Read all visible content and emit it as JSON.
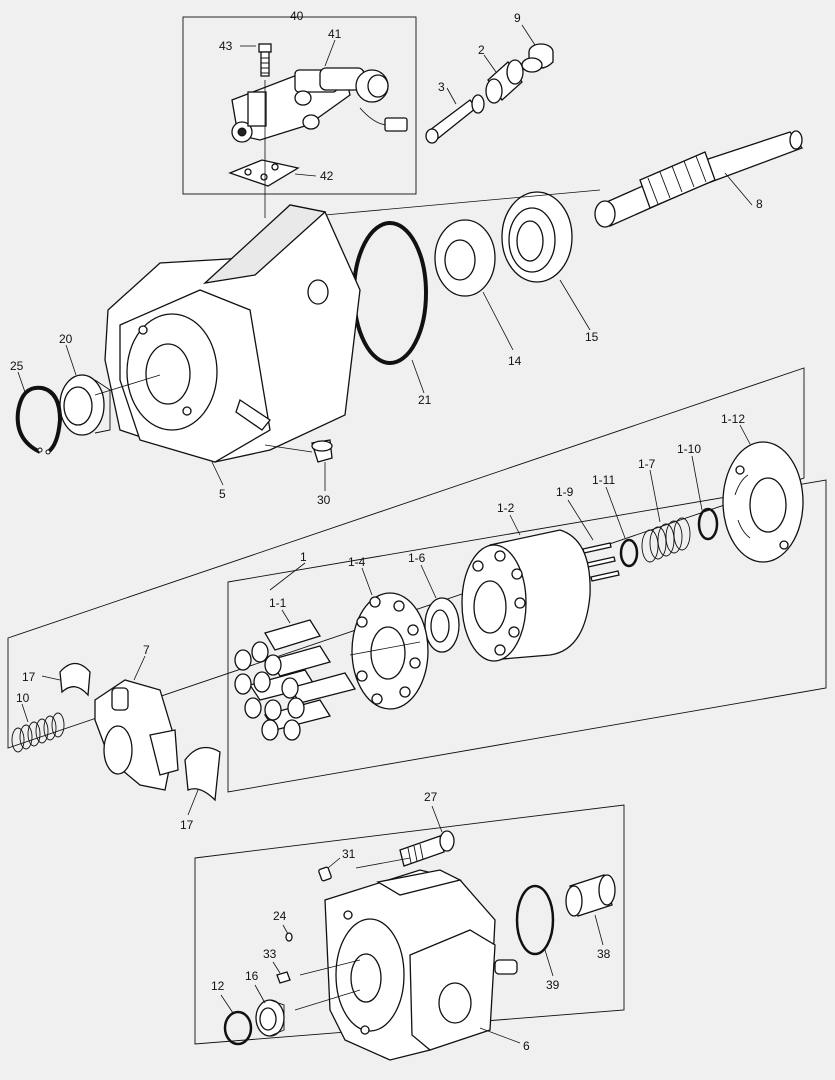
{
  "labels": {
    "l40": "40",
    "l41": "41",
    "l43": "43",
    "l42": "42",
    "l9": "9",
    "l2": "2",
    "l3": "3",
    "l8": "8",
    "l15": "15",
    "l14": "14",
    "l21": "21",
    "l20": "20",
    "l25": "25",
    "l5": "5",
    "l30": "30",
    "l1": "1",
    "l1_1": "1-1",
    "l1_2": "1-2",
    "l1_4": "1-4",
    "l1_6": "1-6",
    "l1_7": "1-7",
    "l1_9": "1-9",
    "l1_10": "1-10",
    "l1_11": "1-11",
    "l1_12": "1-12",
    "l7": "7",
    "l10": "10",
    "l17a": "17",
    "l17b": "17",
    "l27": "27",
    "l31": "31",
    "l24": "24",
    "l33": "33",
    "l38": "38",
    "l39": "39",
    "l12": "12",
    "l16": "16",
    "l6": "6"
  }
}
